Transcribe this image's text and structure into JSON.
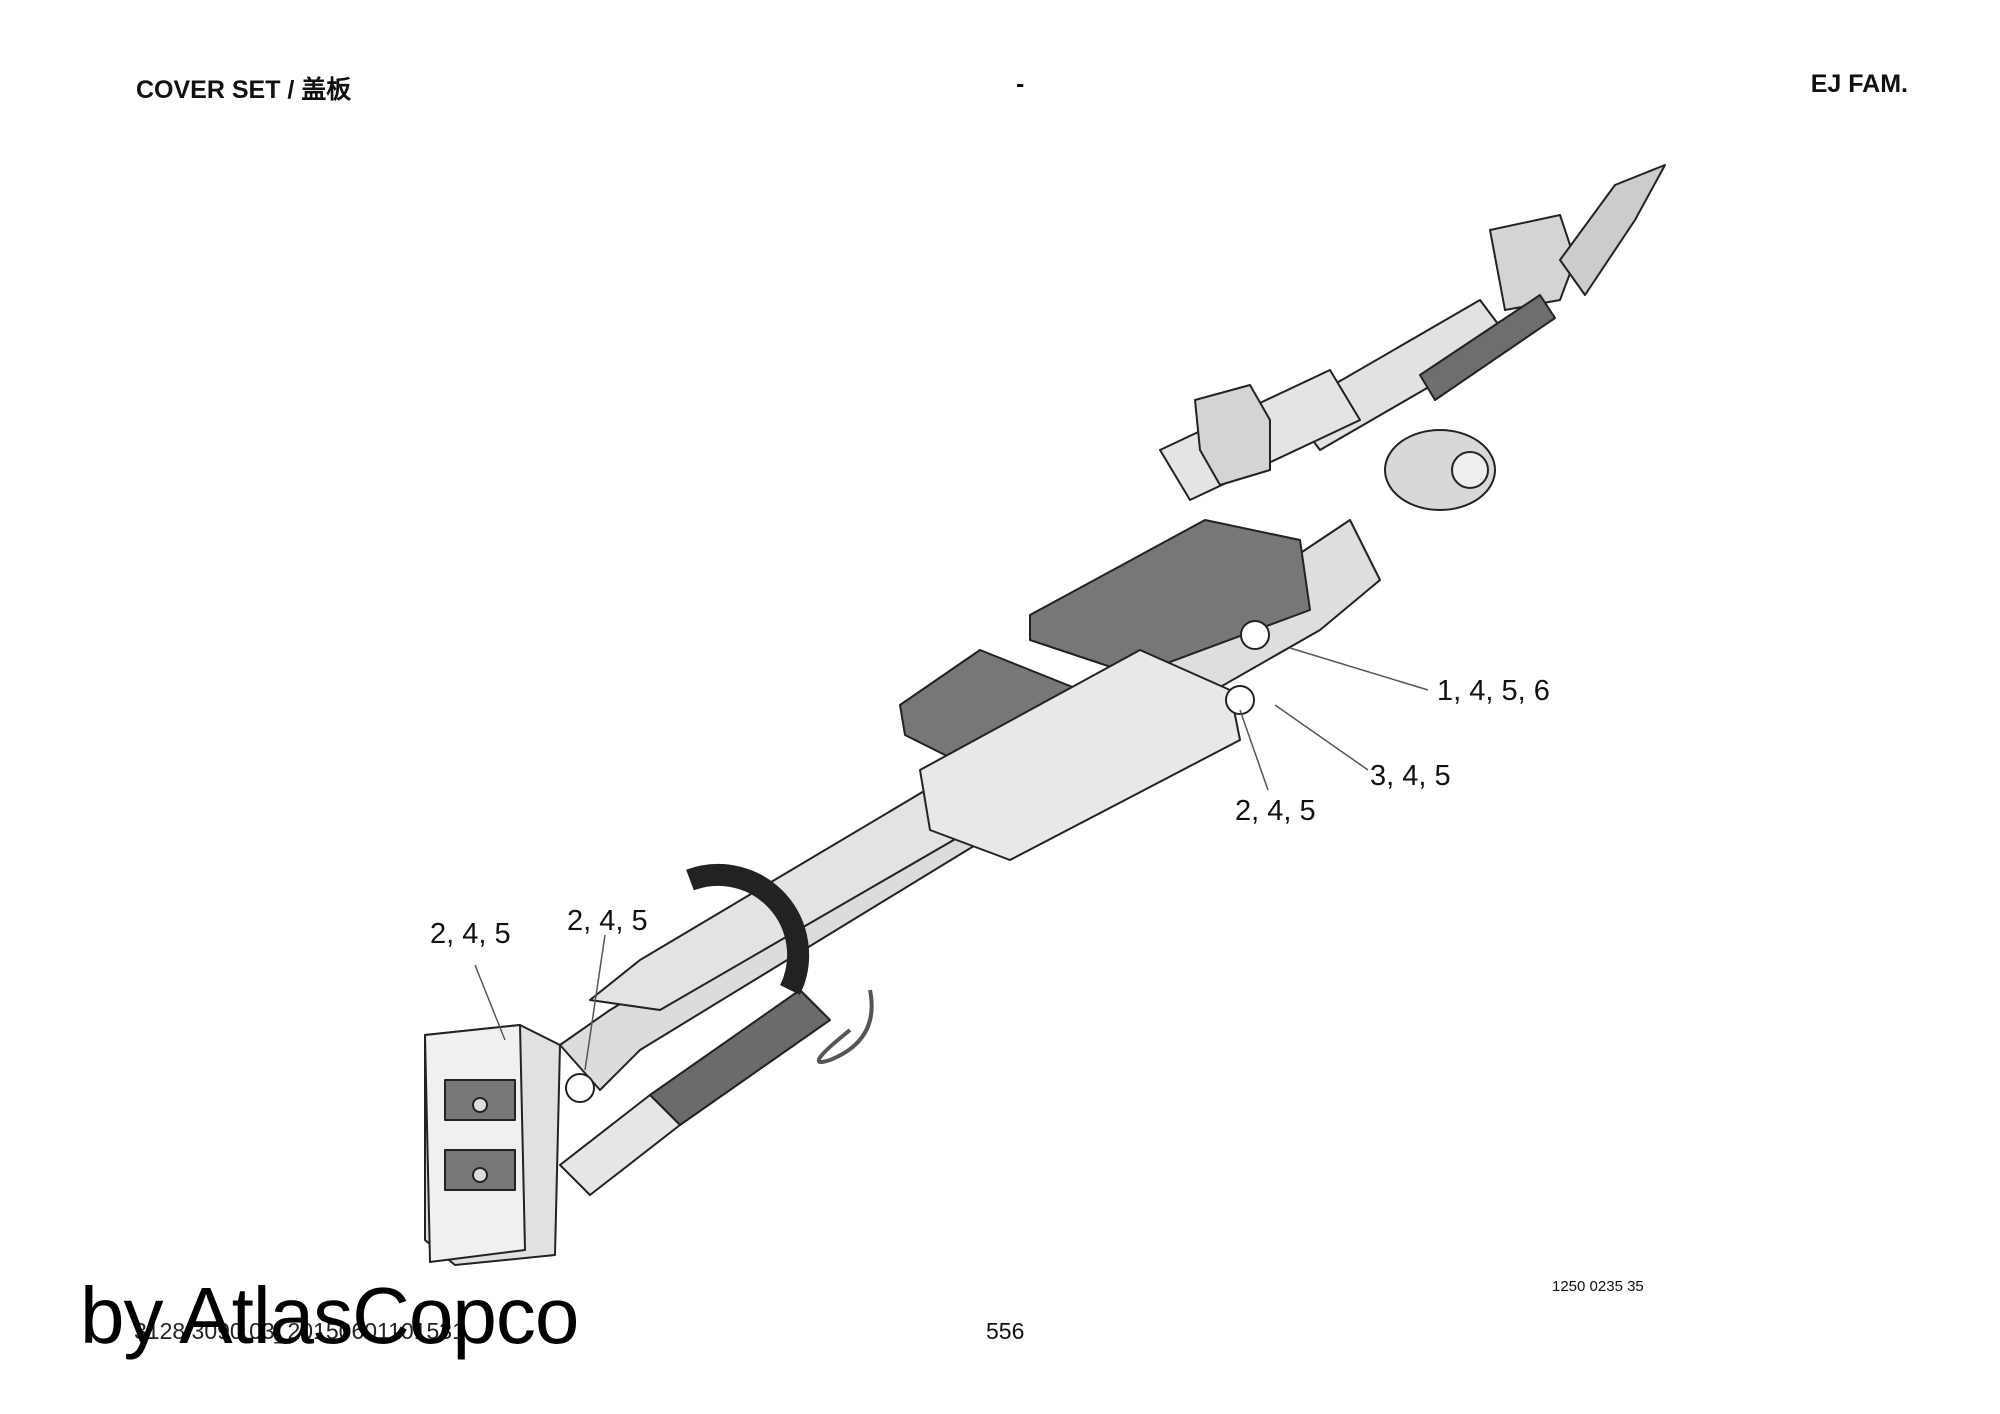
{
  "header": {
    "left": "COVER SET / 盖板",
    "center": "-",
    "right": "EJ FAM."
  },
  "callouts": [
    "1, 4, 5, 6",
    "3, 4, 5",
    "2, 4, 5",
    "2, 4, 5",
    "2, 4, 5"
  ],
  "footer": {
    "figure_number": "1250 0235 35",
    "document_id": "3128 3090 03_20150601101531",
    "page_number": "556",
    "watermark": "by AtlasCopco"
  }
}
